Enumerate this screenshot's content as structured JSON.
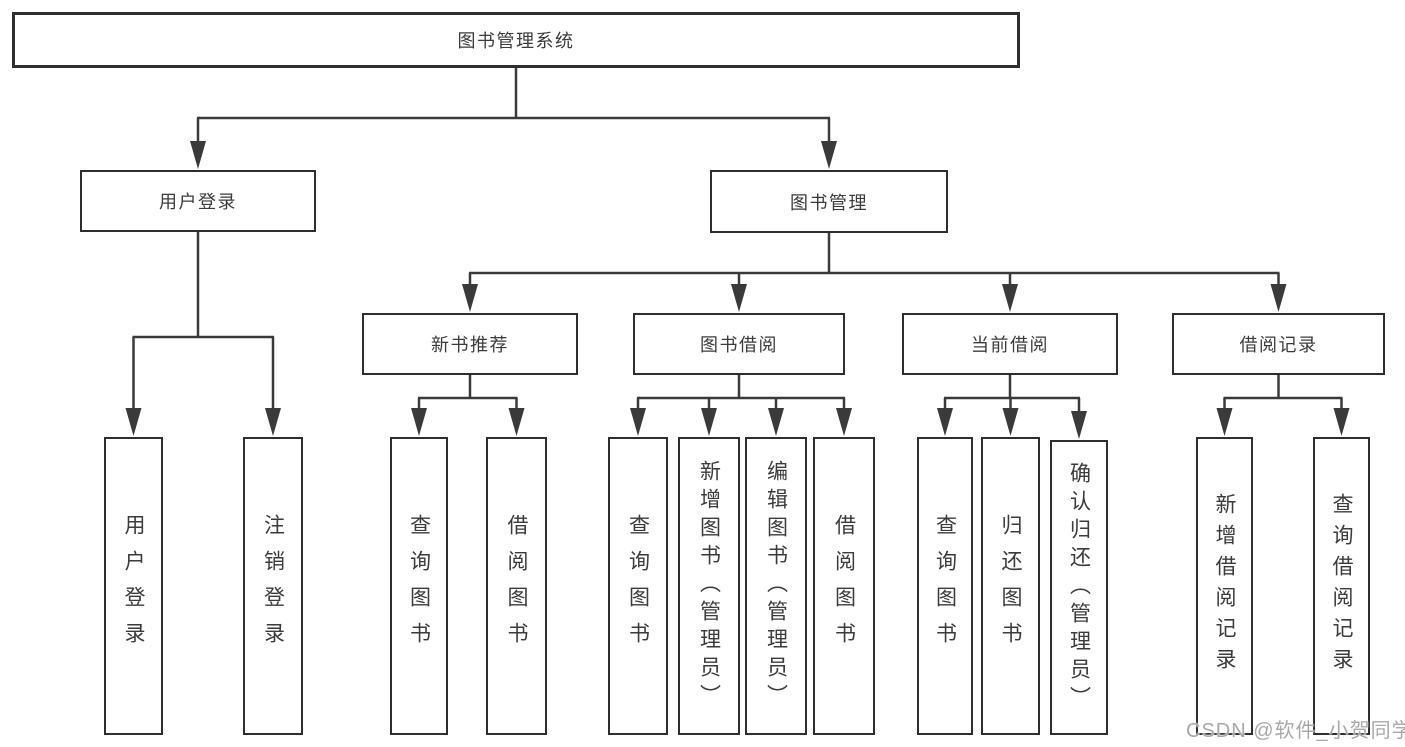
{
  "diagram": {
    "title": "图书管理系统",
    "line_color": "#3a3a3a",
    "border_color": "#2e2e2e",
    "text_color": "#3b3b3b",
    "background": "#ffffff",
    "nodes": [
      {
        "id": "root",
        "label": "图书管理系统",
        "parent": null,
        "orientation": "horizontal"
      },
      {
        "id": "user-login",
        "label": "用户登录",
        "parent": "root",
        "orientation": "horizontal"
      },
      {
        "id": "book-mgmt",
        "label": "图书管理",
        "parent": "root",
        "orientation": "horizontal"
      },
      {
        "id": "new-book",
        "label": "新书推荐",
        "parent": "book-mgmt",
        "orientation": "horizontal"
      },
      {
        "id": "book-borrow",
        "label": "图书借阅",
        "parent": "book-mgmt",
        "orientation": "horizontal"
      },
      {
        "id": "current-borrow",
        "label": "当前借阅",
        "parent": "book-mgmt",
        "orientation": "horizontal"
      },
      {
        "id": "borrow-record",
        "label": "借阅记录",
        "parent": "book-mgmt",
        "orientation": "horizontal"
      },
      {
        "id": "v-user-login",
        "label": "用户登录",
        "parent": "user-login",
        "orientation": "vertical"
      },
      {
        "id": "v-logout",
        "label": "注销登录",
        "parent": "user-login",
        "orientation": "vertical"
      },
      {
        "id": "v-query-book-1",
        "label": "查询图书",
        "parent": "new-book",
        "orientation": "vertical"
      },
      {
        "id": "v-borrow-book-1",
        "label": "借阅图书",
        "parent": "new-book",
        "orientation": "vertical"
      },
      {
        "id": "v-query-book-2",
        "label": "查询图书",
        "parent": "book-borrow",
        "orientation": "vertical"
      },
      {
        "id": "v-add-book",
        "label": "新增图书（管理员）",
        "parent": "book-borrow",
        "orientation": "vertical"
      },
      {
        "id": "v-edit-book",
        "label": "编辑图书（管理员）",
        "parent": "book-borrow",
        "orientation": "vertical"
      },
      {
        "id": "v-borrow-book-2",
        "label": "借阅图书",
        "parent": "book-borrow",
        "orientation": "vertical"
      },
      {
        "id": "v-query-book-3",
        "label": "查询图书",
        "parent": "current-borrow",
        "orientation": "vertical"
      },
      {
        "id": "v-return-book",
        "label": "归还图书",
        "parent": "current-borrow",
        "orientation": "vertical"
      },
      {
        "id": "v-confirm-return",
        "label": "确认归还（管理员）",
        "parent": "current-borrow",
        "orientation": "vertical"
      },
      {
        "id": "v-add-record",
        "label": "新增借阅记录",
        "parent": "borrow-record",
        "orientation": "vertical"
      },
      {
        "id": "v-query-record",
        "label": "查询借阅记录",
        "parent": "borrow-record",
        "orientation": "vertical"
      }
    ]
  },
  "watermark": {
    "text": "CSDN @软件_小贺同学",
    "color": "#a8a8a8"
  }
}
